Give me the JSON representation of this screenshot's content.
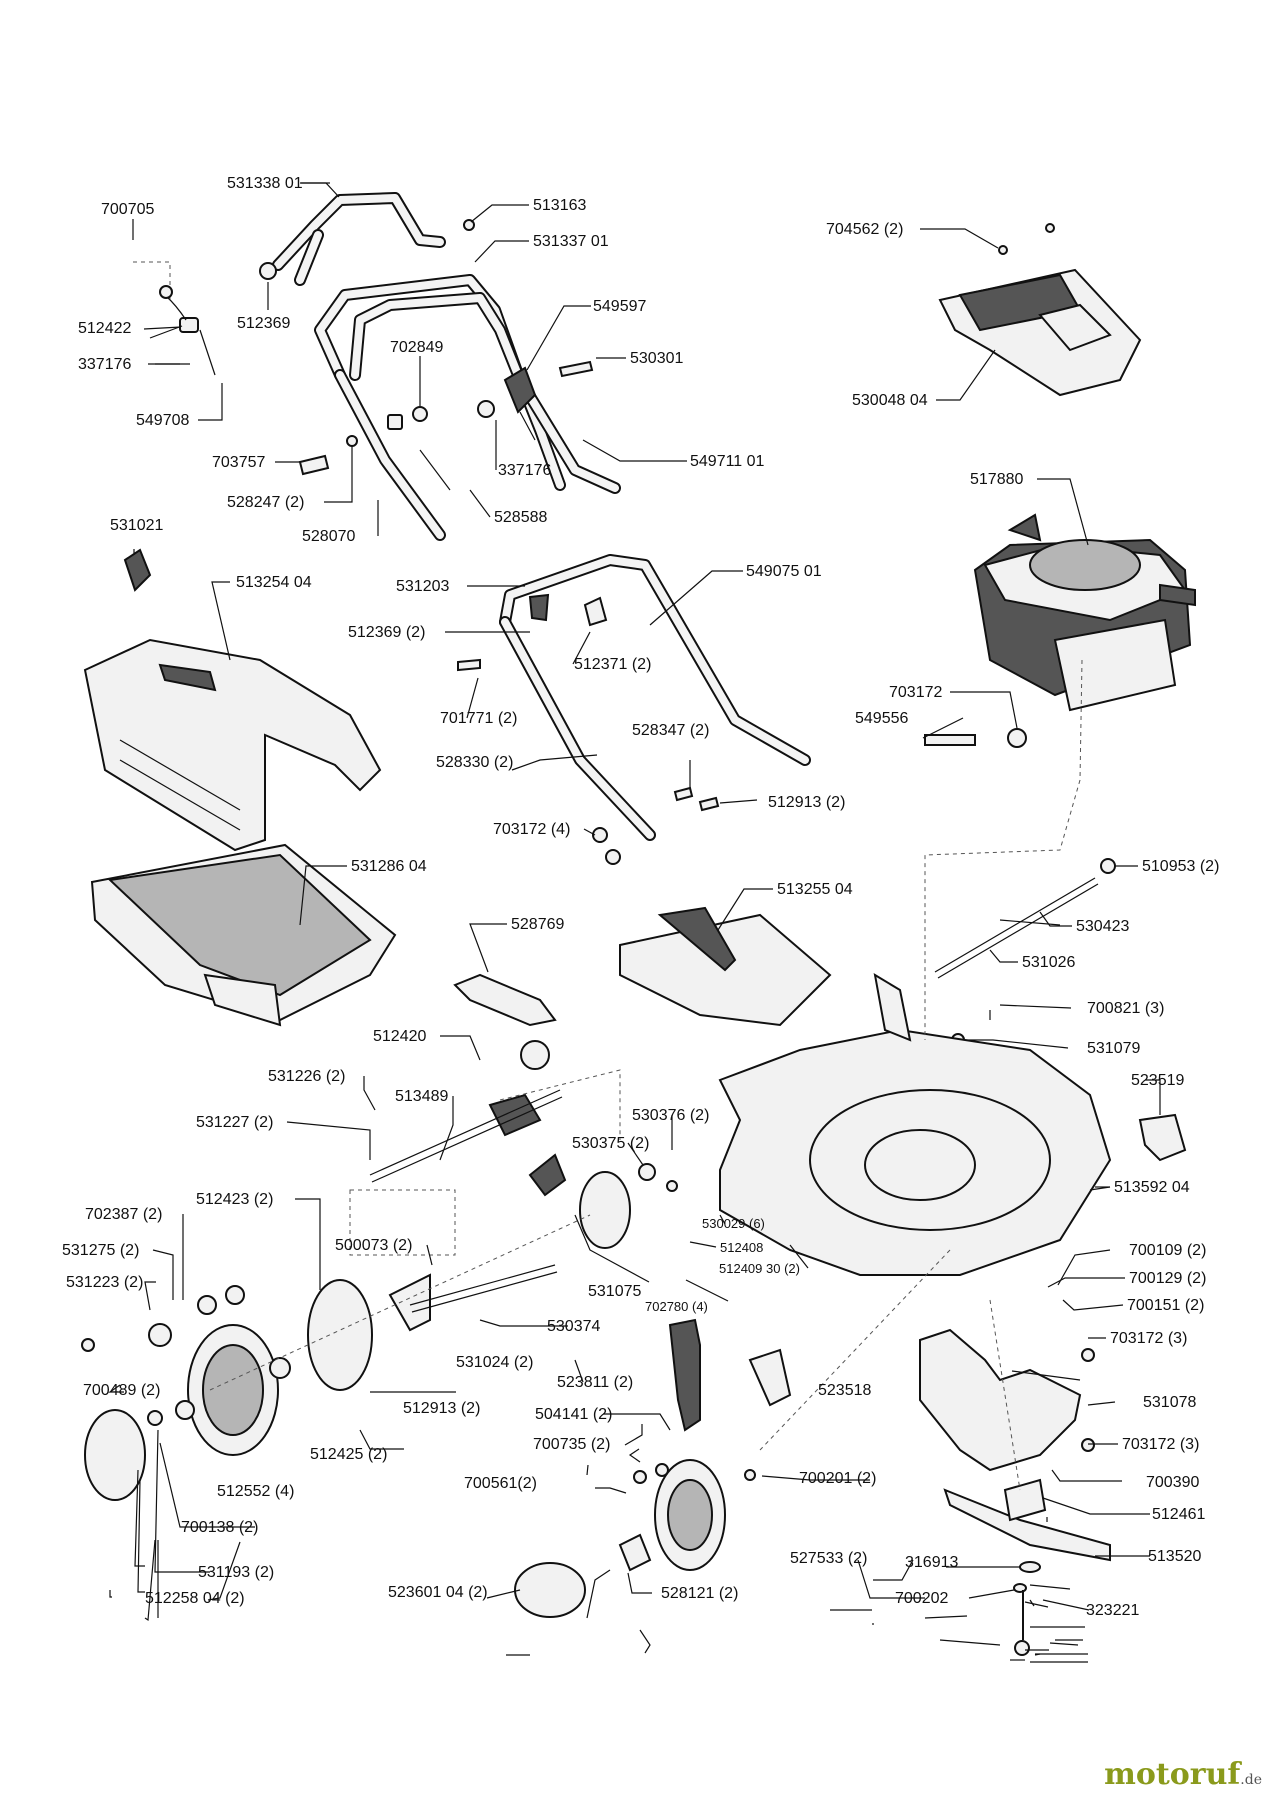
{
  "labels": {
    "l01": "531338 01",
    "l02": "700705",
    "l03": "513163",
    "l04": "531337 01",
    "l05": "704562 (2)",
    "l06": "512369",
    "l07": "512422",
    "l08": "549597",
    "l09": "337176",
    "l10": "702849",
    "l11": "530301",
    "l12": "549708",
    "l13": "530048 04",
    "l14": "703757",
    "l15": "337176",
    "l16": "549711 01",
    "l17": "528247 (2)",
    "l18": "517880",
    "l19": "528070",
    "l20": "528588",
    "l21": "531021",
    "l22": "513254 04",
    "l23": "531203",
    "l24": "549075 01",
    "l25": "512369 (2)",
    "l26": "512371 (2)",
    "l27": "701771 (2)",
    "l28": "703172",
    "l29": "549556",
    "l30": "528347 (2)",
    "l31": "528330 (2)",
    "l32": "512913 (2)",
    "l33": "703172 (4)",
    "l34": "531286 04",
    "l35": "510953 (2)",
    "l36": "513255 04",
    "l37": "528769",
    "l38": "530423",
    "l39": "531026",
    "l40": "700821 (3)",
    "l41": "512420",
    "l42": "531079",
    "l43": "531226 (2)",
    "l44": "523519",
    "l45": "513489",
    "l46": "530376 (2)",
    "l47": "531227 (2)",
    "l48": "530375 (2)",
    "l49": "513592 04",
    "l50": "702387 (2)",
    "l51": "512423 (2)",
    "l52": "530029 (6)",
    "l53": "500073 (2)",
    "l54": "512408",
    "l55": "531275 (2)",
    "l56": "700109 (2)",
    "l57": "512409 30 (2)",
    "l58": "531223 (2)",
    "l59": "531075",
    "l60": "700129 (2)",
    "l61": "702780 (4)",
    "l62": "700151 (2)",
    "l63": "530374",
    "l64": "700489 (2)",
    "l65": "703172 (3)",
    "l66": "531024 (2)",
    "l67": "523811 (2)",
    "l68": "523518",
    "l69": "531078",
    "l70": "512913 (2)",
    "l71": "504141 (2)",
    "l72": "703172 (3)",
    "l73": "512425 (2)",
    "l74": "700735 (2)",
    "l75": "700390",
    "l76": "512552 (4)",
    "l77": "700561(2)",
    "l78": "700201 (2)",
    "l79": "512461",
    "l80": "700138 (2)",
    "l81": "527533 (2)",
    "l82": "316913",
    "l83": "513520",
    "l84": "531193 (2)",
    "l85": "523601 04 (2)",
    "l86": "528121 (2)",
    "l87": "700202",
    "l88": "323221",
    "l89": "512258 04 (2)"
  },
  "watermark": {
    "name": "motoruf",
    "tld": ".de"
  }
}
